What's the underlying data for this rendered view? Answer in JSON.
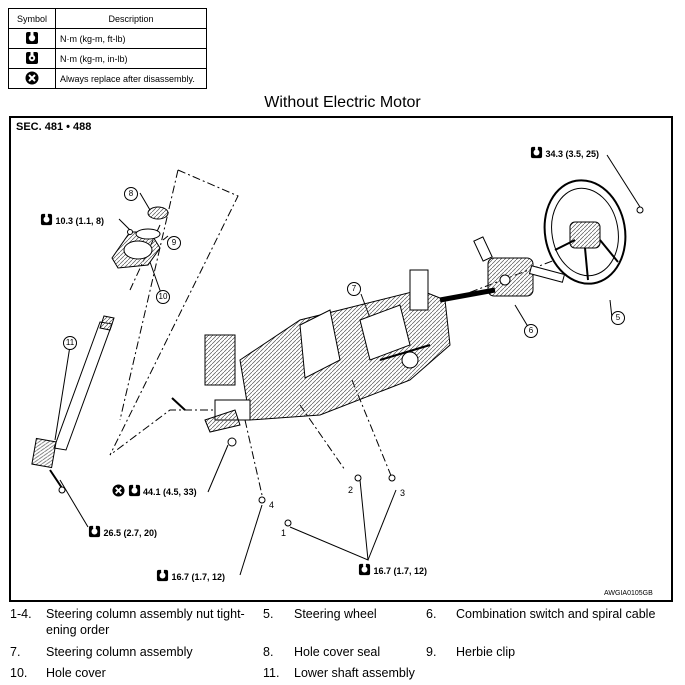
{
  "legend": {
    "header_symbol": "Symbol",
    "header_description": "Description",
    "rows": [
      {
        "icon": "torque-wrench-icon",
        "description": "N·m (kg-m, ft-lb)"
      },
      {
        "icon": "torque-wrench-small-icon",
        "description": "N·m (kg-m, in-lb)"
      },
      {
        "icon": "always-replace-icon",
        "description": "Always replace after disassembly."
      }
    ]
  },
  "title": "Without Electric Motor",
  "diagram": {
    "section": "SEC. 481 • 488",
    "figure_id": "AWGIA0105GB",
    "torques": {
      "wheel": "34.3 (3.5, 25)",
      "cover": "10.3 (1.1, 8)",
      "joint": "44.1 (4.5, 33)",
      "lower": "26.5 (2.7, 20)",
      "nut_left": "16.7 (1.7, 12)",
      "nut_right": "16.7 (1.7, 12)"
    },
    "callouts": [
      "5",
      "6",
      "7",
      "8",
      "9",
      "10",
      "11"
    ],
    "order_numbers": [
      "1",
      "2",
      "3",
      "4"
    ]
  },
  "captions": [
    {
      "num": "1-4.",
      "text": "Steering column assembly nut tight-ening order"
    },
    {
      "num": "5.",
      "text": "Steering wheel"
    },
    {
      "num": "6.",
      "text": "Combination switch and spiral cable"
    },
    {
      "num": "7.",
      "text": "Steering column assembly"
    },
    {
      "num": "8.",
      "text": "Hole cover seal"
    },
    {
      "num": "9.",
      "text": "Herbie clip"
    },
    {
      "num": "10.",
      "text": "Hole cover"
    },
    {
      "num": "11.",
      "text": "Lower shaft assembly"
    }
  ]
}
